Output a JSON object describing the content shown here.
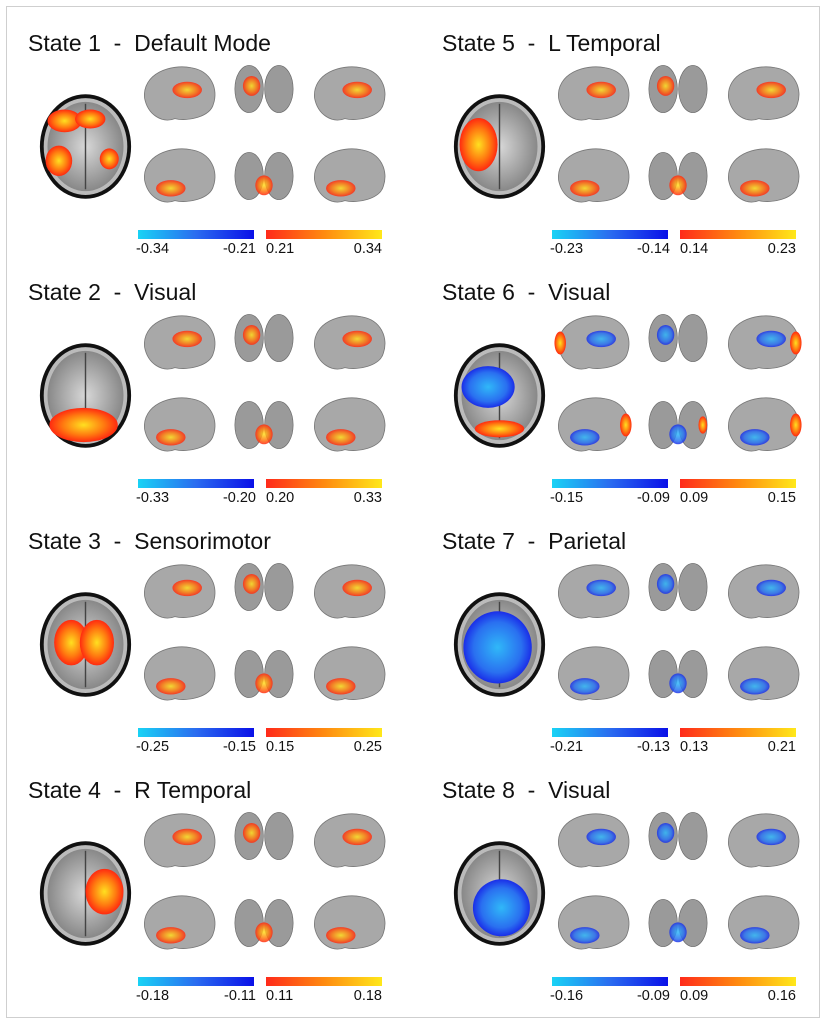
{
  "states": [
    {
      "title": "State 1  -  Default Mode",
      "sign": "pos",
      "axial_blobs": "dmn",
      "cb": [
        "-0.34",
        "-0.21",
        "0.21",
        "0.34"
      ]
    },
    {
      "title": "State 2  -  Visual",
      "sign": "pos",
      "axial_blobs": "occ",
      "cb": [
        "-0.33",
        "-0.20",
        "0.20",
        "0.33"
      ]
    },
    {
      "title": "State 3  -  Sensorimotor",
      "sign": "pos",
      "axial_blobs": "sm",
      "cb": [
        "-0.25",
        "-0.15",
        "0.15",
        "0.25"
      ]
    },
    {
      "title": "State 4  -  R Temporal",
      "sign": "pos",
      "axial_blobs": "rt",
      "cb": [
        "-0.18",
        "-0.11",
        "0.11",
        "0.18"
      ]
    },
    {
      "title": "State 5  -  L Temporal",
      "sign": "pos",
      "axial_blobs": "lt",
      "cb": [
        "-0.23",
        "-0.14",
        "0.14",
        "0.23"
      ]
    },
    {
      "title": "State 6  -  Visual",
      "sign": "mixed",
      "axial_blobs": "vis6",
      "cb": [
        "-0.15",
        "-0.09",
        "0.09",
        "0.15"
      ]
    },
    {
      "title": "State 7  -  Parietal",
      "sign": "neg",
      "axial_blobs": "par",
      "cb": [
        "-0.21",
        "-0.13",
        "0.13",
        "0.21"
      ]
    },
    {
      "title": "State 8  -  Visual",
      "sign": "neg",
      "axial_blobs": "vis8",
      "cb": [
        "-0.16",
        "-0.09",
        "0.09",
        "0.16"
      ]
    }
  ]
}
